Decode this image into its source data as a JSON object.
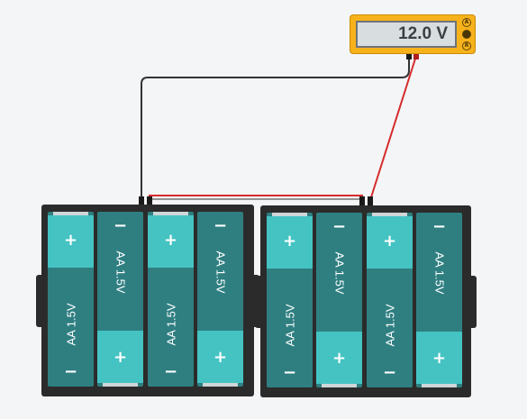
{
  "multimeter": {
    "reading": "12.0 V",
    "knobs": [
      "A",
      "",
      "R"
    ],
    "colors": {
      "body": "#f7b21b",
      "screen": "#d8dde0"
    }
  },
  "wires": {
    "negative_color": "#333333",
    "positive_color": "#d62b2b"
  },
  "battery_packs": [
    {
      "name": "left-pack",
      "cells": [
        {
          "label": "AA 1.5V",
          "top_symbol": "+",
          "bottom_symbol": "−",
          "positive_end": "top"
        },
        {
          "label": "AA 1.5V",
          "top_symbol": "−",
          "bottom_symbol": "+",
          "positive_end": "bottom"
        },
        {
          "label": "AA 1.5V",
          "top_symbol": "+",
          "bottom_symbol": "−",
          "positive_end": "top"
        },
        {
          "label": "AA 1.5V",
          "top_symbol": "−",
          "bottom_symbol": "+",
          "positive_end": "bottom"
        }
      ]
    },
    {
      "name": "right-pack",
      "cells": [
        {
          "label": "AA 1.5V",
          "top_symbol": "+",
          "bottom_symbol": "−",
          "positive_end": "top"
        },
        {
          "label": "AA 1.5V",
          "top_symbol": "−",
          "bottom_symbol": "+",
          "positive_end": "bottom"
        },
        {
          "label": "AA 1.5V",
          "top_symbol": "+",
          "bottom_symbol": "−",
          "positive_end": "top"
        },
        {
          "label": "AA 1.5V",
          "top_symbol": "−",
          "bottom_symbol": "+",
          "positive_end": "bottom"
        }
      ]
    }
  ],
  "colors": {
    "cell_body": "#2f7f81",
    "cell_positive": "#45c3c3",
    "holder": "#2b2b2b",
    "background": "#f4f5f7"
  }
}
